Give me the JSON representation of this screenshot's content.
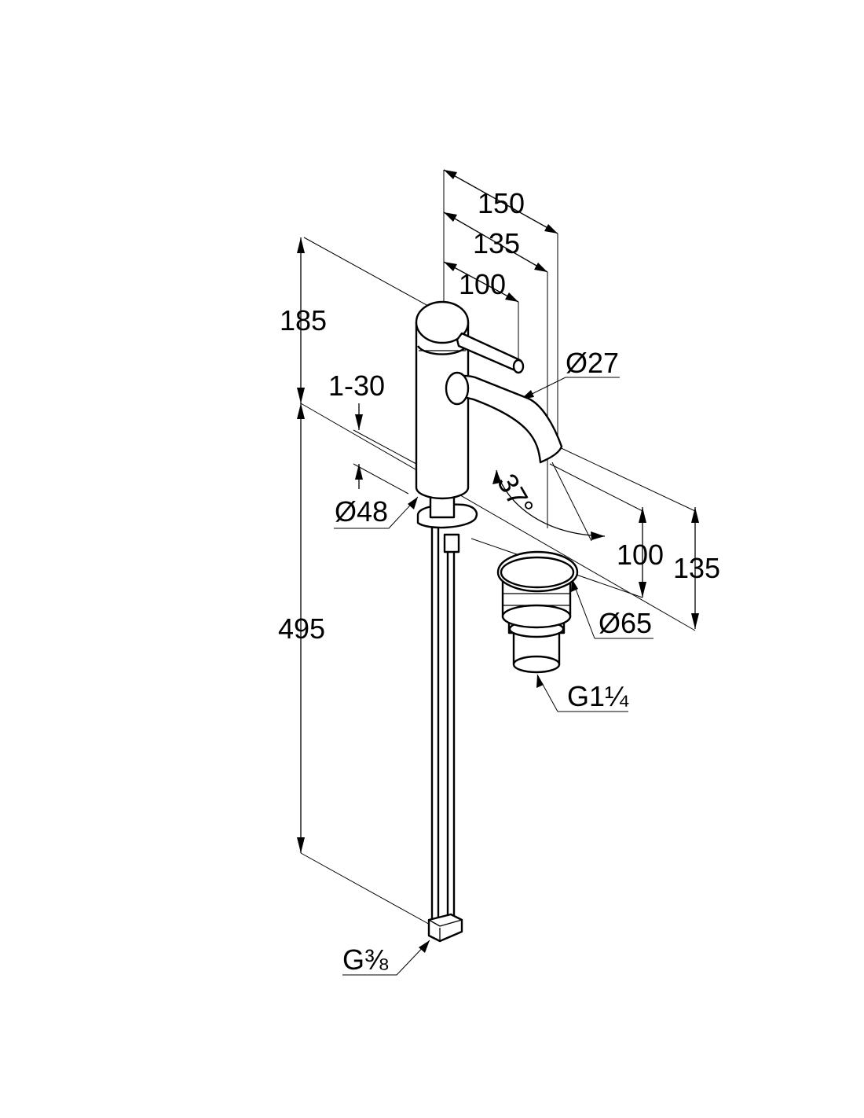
{
  "labels": {
    "width_150": "150",
    "width_135": "135",
    "width_100": "100",
    "height_185": "185",
    "spout_diameter": "Ø27",
    "deck_thickness": "1-30",
    "base_diameter": "Ø48",
    "spout_angle": "37°",
    "height_495": "495",
    "spout_height_100": "100",
    "spout_height_135": "135",
    "waste_diameter": "Ø65",
    "waste_thread": "G1¼",
    "supply_thread": "G⅜"
  }
}
